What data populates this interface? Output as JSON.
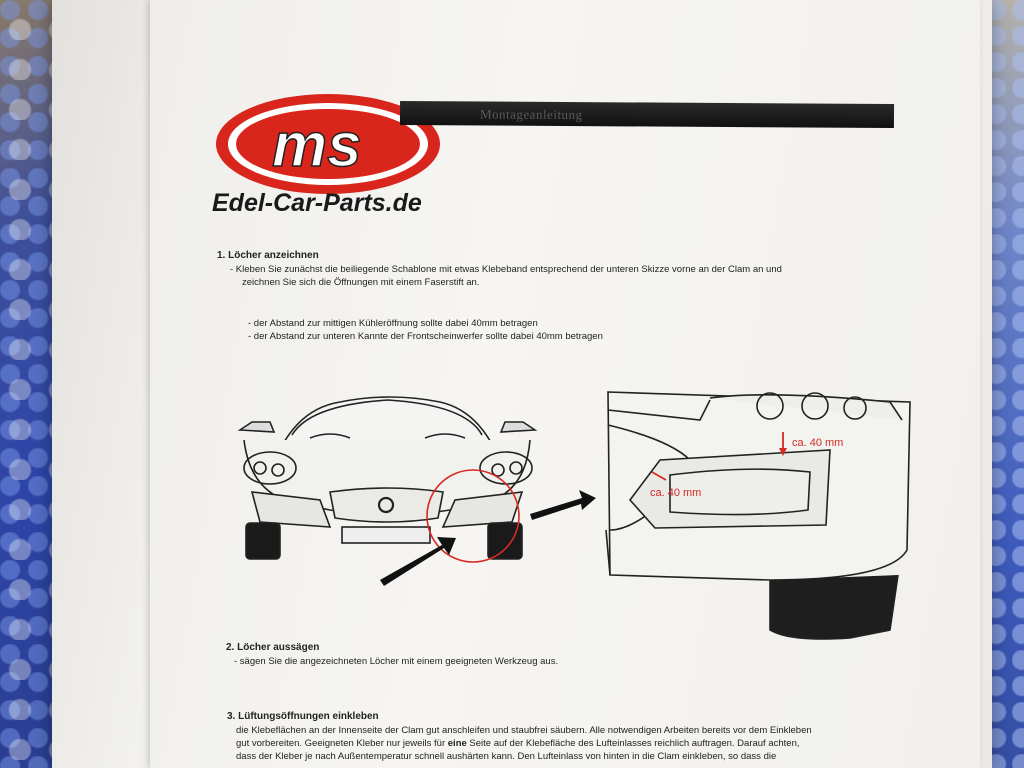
{
  "logo": {
    "mark": "ms",
    "wordmark": "Edel-Car-Parts.de",
    "brand_color": "#d9261c"
  },
  "header": {
    "title": "Montageanleitung"
  },
  "section1": {
    "heading": "1. Löcher anzeichnen",
    "line1": "- Kleben Sie zunächst die beiliegende Schablone mit etwas Klebeband entsprechend der unteren Skizze vorne an der Clam an und",
    "line2": "zeichnen Sie sich die Öffnungen mit einem Faserstift an.",
    "bullet1": "- der Abstand zur mittigen Kühleröffnung sollte dabei  40mm betragen",
    "bullet2": "- der Abstand zur unteren Kannte der Frontscheinwerfer sollte dabei 40mm betragen"
  },
  "diagram": {
    "label_top": "ca. 40 mm",
    "label_side": "ca. 40 mm",
    "accent": "#d42a22"
  },
  "section2": {
    "heading": "2. Löcher aussägen",
    "line1": "- sägen Sie die angezeichneten Löcher mit einem geeigneten Werkzeug aus."
  },
  "section3": {
    "heading": "3. Lüftungsöffnungen einkleben",
    "line1": "die Klebeflächen an der Innenseite der Clam gut anschleifen und staubfrei säubern. Alle notwendigen Arbeiten bereits vor dem Einkleben",
    "line2a": "gut vorbereiten. Geeigneten Kleber nur jeweils für ",
    "line2b": "eine",
    "line2c": " Seite auf der Klebefläche des Lufteinlasses reichlich auftragen. Darauf achten,",
    "line3": "dass der Kleber je nach Außentemperatur schnell aushärten kann. Den Lufteinlass  von hinten in die Clam einkleben, so dass  die"
  }
}
